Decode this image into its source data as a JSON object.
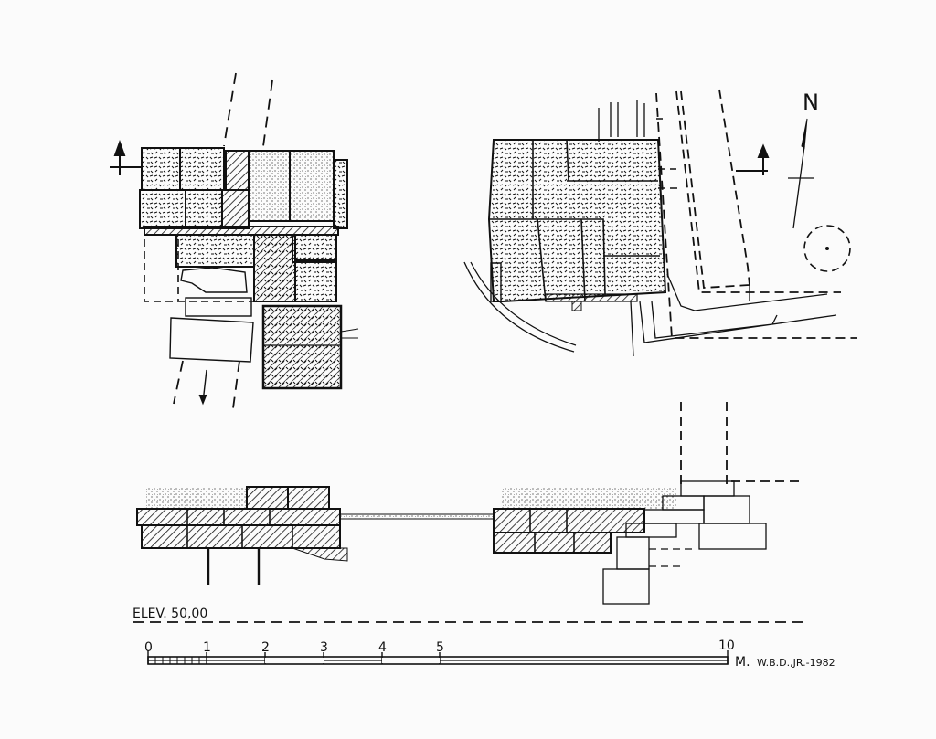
{
  "drawing": {
    "north_label": "N",
    "elevation_label": "ELEV. 50,00",
    "scale": {
      "ticks": [
        "0",
        "1",
        "2",
        "3",
        "4",
        "5",
        "10"
      ],
      "unit": "M."
    },
    "credit": "W.B.D.,JR.-1982",
    "colors": {
      "ink": "#111111",
      "paper": "#fbfbfb"
    }
  }
}
